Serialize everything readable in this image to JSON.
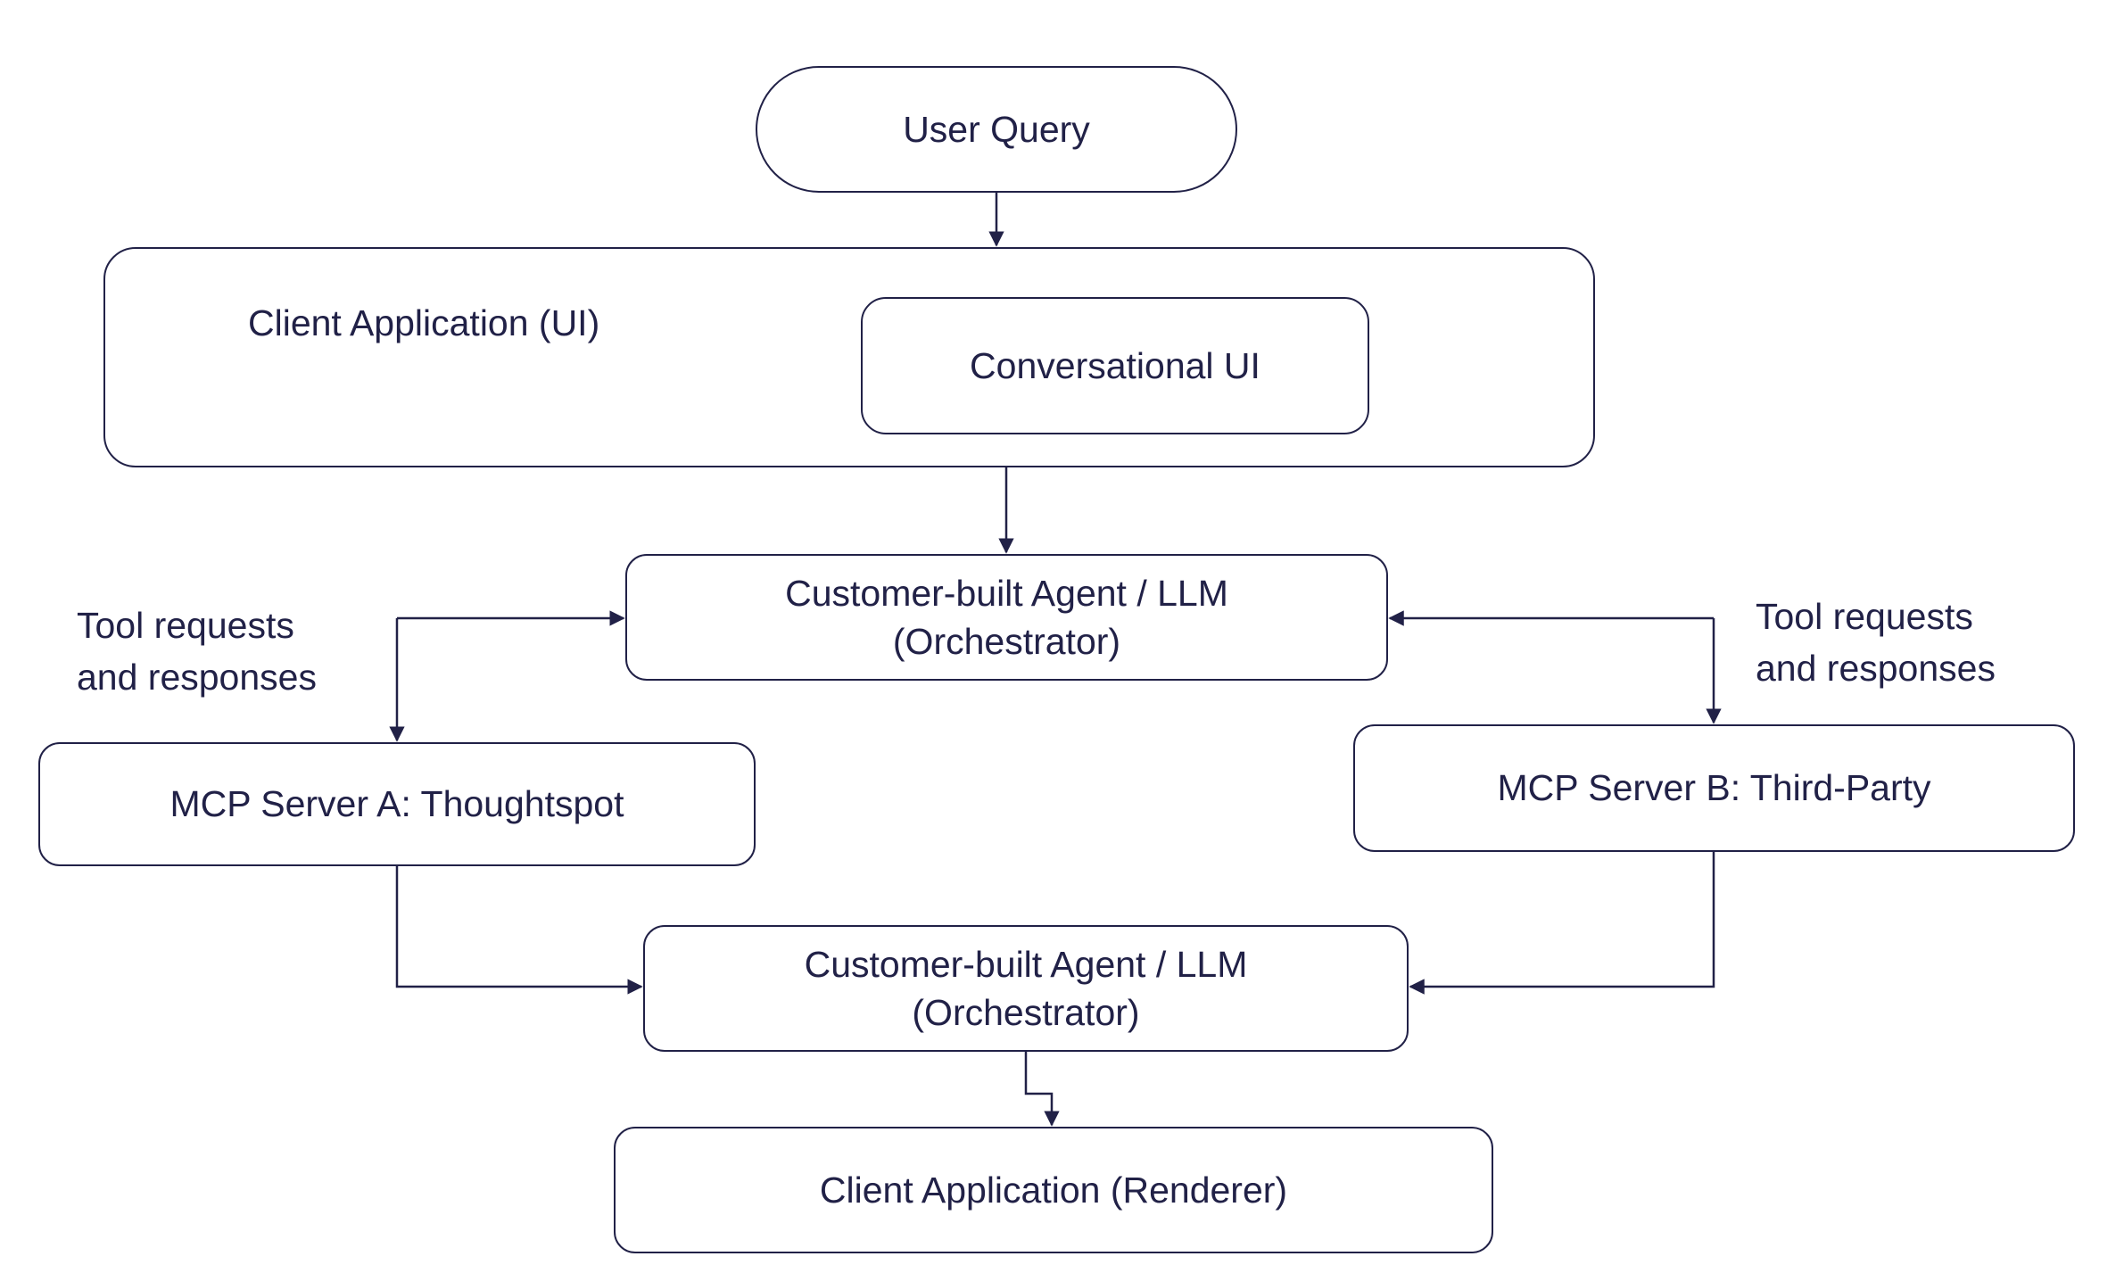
{
  "diagram": {
    "type": "flowchart",
    "colors": {
      "ink": "#212147",
      "background": "#ffffff"
    },
    "nodes": {
      "user_query": {
        "label": "User Query",
        "shape": "stadium"
      },
      "client_app_ui": {
        "label": "Client Application (UI)",
        "shape": "rounded-rect"
      },
      "conversational_ui": {
        "label": "Conversational UI",
        "shape": "rounded-rect",
        "parent": "client_app_ui"
      },
      "orchestrator_top": {
        "label": "Customer-built Agent / LLM\n(Orchestrator)",
        "shape": "rounded-rect"
      },
      "mcp_server_a": {
        "label": "MCP Server A: Thoughtspot",
        "shape": "rounded-rect"
      },
      "mcp_server_b": {
        "label": "MCP Server B: Third-Party",
        "shape": "rounded-rect"
      },
      "orchestrator_bottom": {
        "label": "Customer-built Agent / LLM\n(Orchestrator)",
        "shape": "rounded-rect"
      },
      "client_app_renderer": {
        "label": "Client Application (Renderer)",
        "shape": "rounded-rect"
      }
    },
    "edge_labels": {
      "left": "Tool requests\nand responses",
      "right": "Tool requests\nand responses"
    },
    "edges": [
      {
        "from": "user_query",
        "to": "client_app_ui",
        "direction": "down"
      },
      {
        "from": "conversational_ui",
        "to": "orchestrator_top",
        "direction": "down"
      },
      {
        "from": "orchestrator_top",
        "to": "mcp_server_a",
        "bidirectional": true,
        "label": "Tool requests and responses"
      },
      {
        "from": "orchestrator_top",
        "to": "mcp_server_b",
        "bidirectional": true,
        "label": "Tool requests and responses"
      },
      {
        "from": "mcp_server_a",
        "to": "orchestrator_bottom"
      },
      {
        "from": "mcp_server_b",
        "to": "orchestrator_bottom"
      },
      {
        "from": "orchestrator_bottom",
        "to": "client_app_renderer",
        "direction": "down"
      }
    ]
  }
}
